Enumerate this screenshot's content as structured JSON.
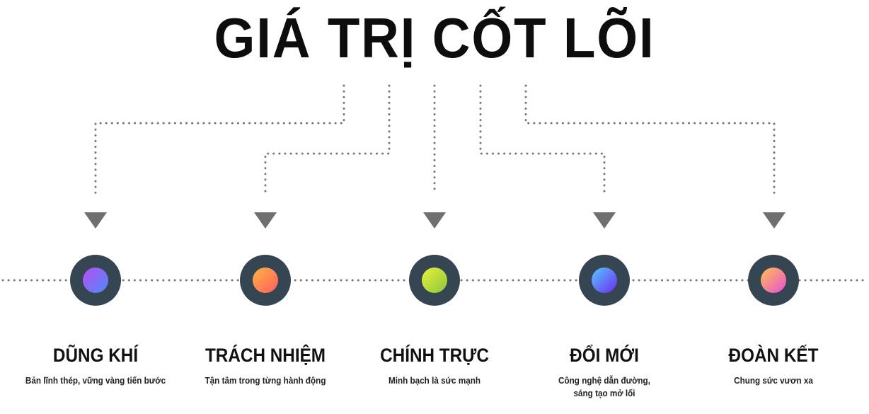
{
  "title": "GIÁ TRỊ CỐT LÕI",
  "colors": {
    "title": "#0d0d0d",
    "node_ring": "#354551",
    "connector": "#777777",
    "arrow": "#6f6f6f"
  },
  "values": [
    {
      "name": "DŨNG KHÍ",
      "description": "Bản lĩnh thép, vững vàng tiến bước",
      "gradient": [
        "#b84cf5",
        "#4d8cf7"
      ]
    },
    {
      "name": "TRÁCH NHIỆM",
      "description": "Tận tâm trong từng hành động",
      "gradient": [
        "#ffb340",
        "#ff5e62"
      ]
    },
    {
      "name": "CHÍNH TRỰC",
      "description": "Minh bạch là sức mạnh",
      "gradient": [
        "#eaf03a",
        "#8cc63f"
      ]
    },
    {
      "name": "ĐỔI MỚI",
      "description": "Công nghệ dẫn đường,\nsáng tạo mở lối",
      "gradient": [
        "#59c8ff",
        "#6a2cf0"
      ]
    },
    {
      "name": "ĐOÀN KẾT",
      "description": "Chung sức vươn xa",
      "gradient": [
        "#ffc34d",
        "#e84dd8"
      ]
    }
  ]
}
